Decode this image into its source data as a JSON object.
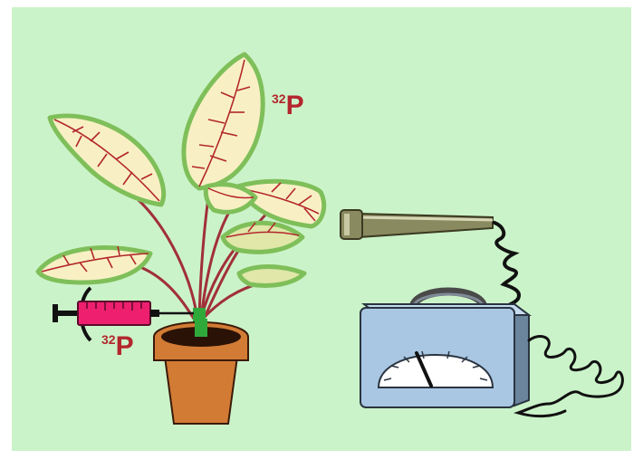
{
  "labels": {
    "isotope_top": {
      "mass": "32",
      "symbol": "P"
    },
    "isotope_syringe": {
      "mass": "32",
      "symbol": "P"
    }
  },
  "colors": {
    "background": "#cbf3c9",
    "leaf_fill": "#f8f0c4",
    "leaf_edge": "#7fbf5a",
    "vein": "#b3262d",
    "stem": "#a0303a",
    "isotope_label": "#b3262d",
    "syringe": "#ee1f6e",
    "pot": "#d27b35",
    "meter_body": "#a9c7e3",
    "probe": "#8a8a60"
  },
  "icons": [
    "plant-icon",
    "syringe-icon",
    "flower-pot-icon",
    "geiger-probe-icon",
    "geiger-counter-icon",
    "meter-dial-icon"
  ]
}
